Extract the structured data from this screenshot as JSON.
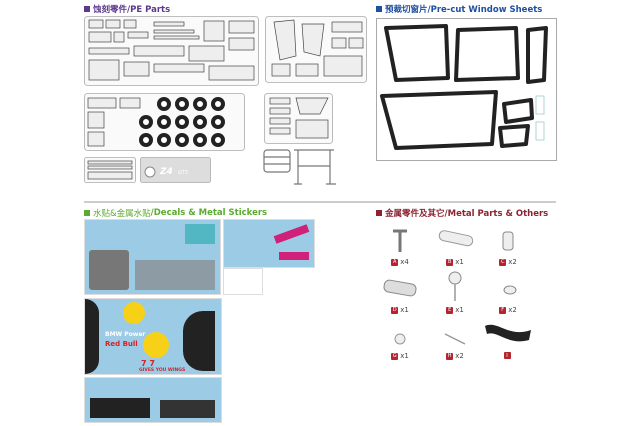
{
  "sections": {
    "pe": {
      "title": "蚀刻零件/PE Parts",
      "color": "#5b3a8c"
    },
    "window": {
      "title": "预裁切窗片/Pre-cut Window Sheets",
      "color": "#1f4fa0"
    },
    "decals": {
      "title_cn": "水贴&金属水贴",
      "title_en": "/Decals & Metal Stickers",
      "color": "#5aab2e"
    },
    "metal": {
      "title": "金属零件及其它/Metal Parts & Others",
      "color": "#8b2332"
    }
  },
  "pe_badge": {
    "model": "Z4",
    "sub": "GT3"
  },
  "decal_text": {
    "brand": "BMW Power",
    "sponsor": "Red Bull",
    "slogan": "GIVES YOU WINGS",
    "number": "7 7"
  },
  "metal_items": [
    {
      "letter": "A",
      "qty": "x4",
      "icon": "pin-icon"
    },
    {
      "letter": "B",
      "qty": "x1",
      "icon": "shaft-icon"
    },
    {
      "letter": "C",
      "qty": "x2",
      "icon": "tube-icon"
    },
    {
      "letter": "D",
      "qty": "x1",
      "icon": "turned-part-icon"
    },
    {
      "letter": "E",
      "qty": "x1",
      "icon": "ball-pin-icon"
    },
    {
      "letter": "F",
      "qty": "x2",
      "icon": "small-cap-icon"
    },
    {
      "letter": "G",
      "qty": "x1",
      "icon": "dome-icon"
    },
    {
      "letter": "H",
      "qty": "x2",
      "icon": "rod-icon"
    },
    {
      "letter": "I",
      "qty": "",
      "icon": "rubber-band-icon"
    }
  ]
}
